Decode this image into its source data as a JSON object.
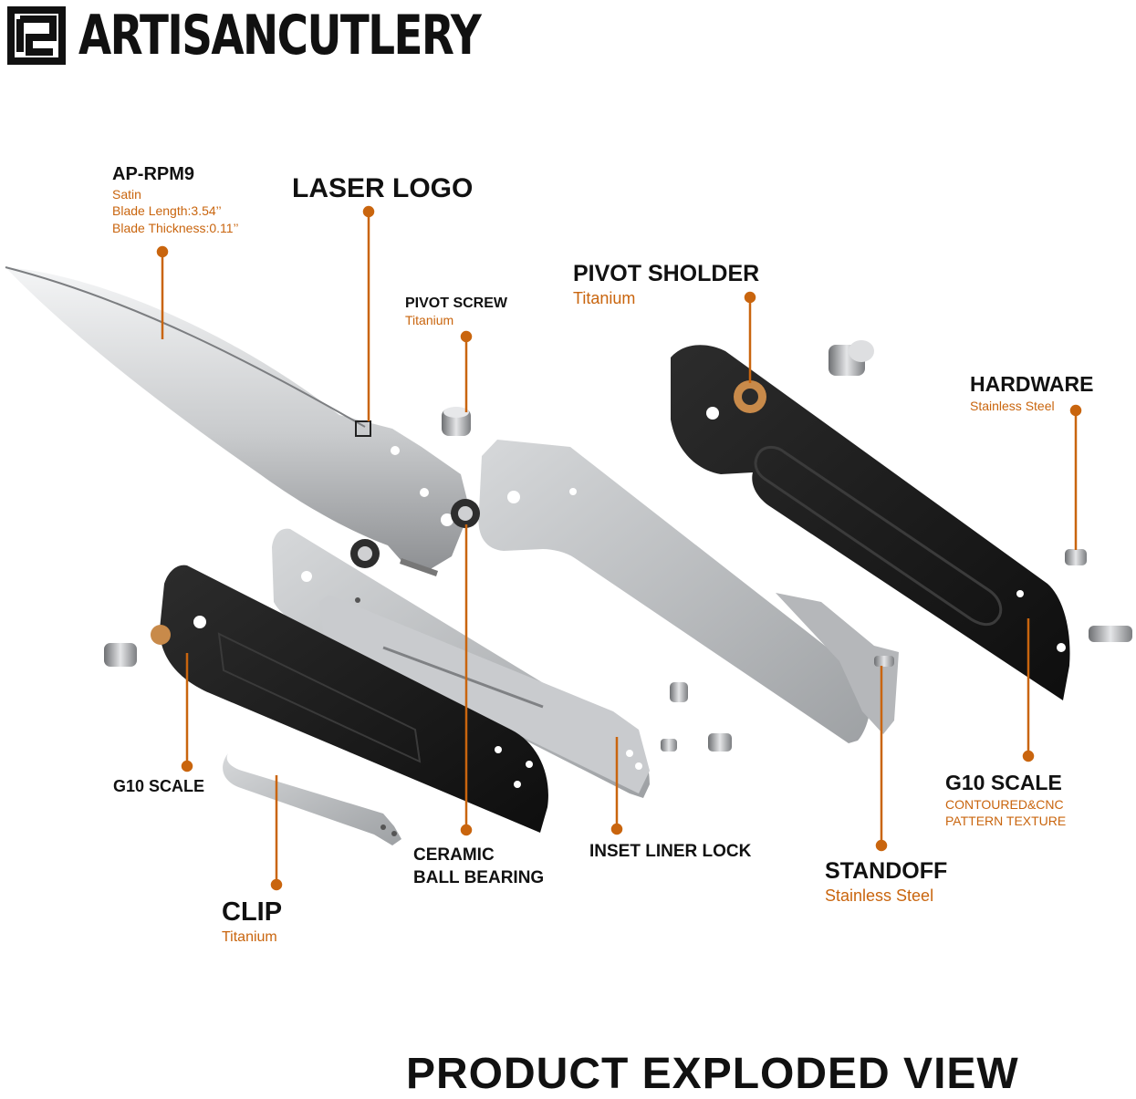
{
  "brand": {
    "name": "ARTISANCUTLERY"
  },
  "footer": {
    "title": "PRODUCT EXPLODED VIEW"
  },
  "colors": {
    "accent": "#c9650e",
    "text": "#111111",
    "g10": "#1e1e1e",
    "steel": "#b7b9bc"
  },
  "labels": {
    "blade": {
      "title": "AP-RPM9",
      "lines": [
        "Satin",
        "Blade Length:3.54’’",
        "Blade Thickness:0.11’’"
      ]
    },
    "laser_logo": {
      "title": "LASER LOGO"
    },
    "pivot_screw": {
      "title": "PIVOT SCREW",
      "sub": "Titanium"
    },
    "pivot_shoulder": {
      "title": "PIVOT SHOLDER",
      "sub": "Titanium"
    },
    "hardware": {
      "title": "HARDWARE",
      "sub": "Stainless Steel"
    },
    "g10_scale_left": {
      "title": "G10  SCALE"
    },
    "clip": {
      "title": "CLIP",
      "sub": "Titanium"
    },
    "bearing": {
      "line1": "CERAMIC",
      "line2": "BALL BEARING"
    },
    "liner_lock": {
      "title": "INSET LINER LOCK"
    },
    "g10_scale_right": {
      "title": "G10  SCALE",
      "lines": [
        "CONTOURED&CNC",
        "PATTERN TEXTURE"
      ]
    },
    "standoff": {
      "title": "STANDOFF",
      "sub": "Stainless Steel"
    }
  }
}
